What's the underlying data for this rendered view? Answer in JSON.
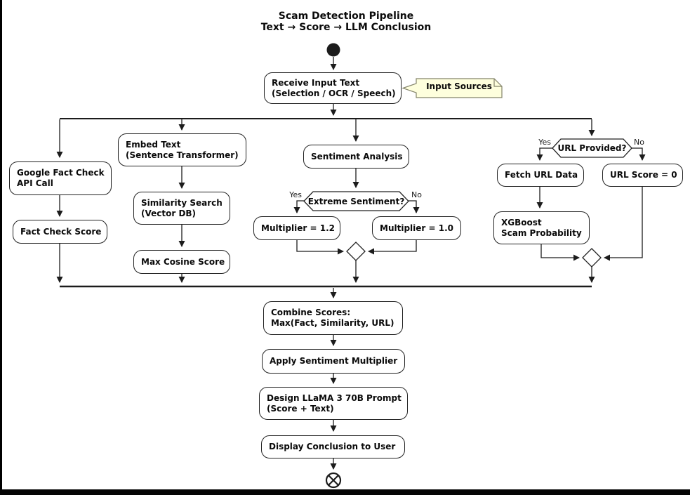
{
  "title": {
    "text": "Scam Detection Pipeline\nText → Score → LLM Conclusion"
  },
  "note": {
    "text": "Input Sources"
  },
  "nodes": {
    "receive": {
      "label": "Receive Input Text\n(Selection / OCR / Speech)"
    },
    "google_fact_check": {
      "label": "Google Fact Check\nAPI Call"
    },
    "fact_check_score": {
      "label": "Fact Check Score"
    },
    "embed_text": {
      "label": "Embed Text\n(Sentence Transformer)"
    },
    "similarity_search": {
      "label": "Similarity Search\n(Vector DB)"
    },
    "max_cosine": {
      "label": "Max Cosine Score"
    },
    "sentiment": {
      "label": "Sentiment Analysis"
    },
    "mult_high": {
      "label": "Multiplier = 1.2"
    },
    "mult_norm": {
      "label": "Multiplier = 1.0"
    },
    "fetch_url": {
      "label": "Fetch URL Data"
    },
    "url_score_zero": {
      "label": "URL Score = 0"
    },
    "xgboost": {
      "label": "XGBoost\nScam Probability"
    },
    "combine": {
      "label": "Combine Scores:\nMax(Fact, Similarity, URL)"
    },
    "apply_mult": {
      "label": "Apply Sentiment Multiplier"
    },
    "design_prompt": {
      "label": "Design LLaMA 3 70B Prompt\n(Score + Text)"
    },
    "display": {
      "label": "Display Conclusion to User"
    }
  },
  "decisions": {
    "extreme_sentiment": {
      "label": "Extreme Sentiment?",
      "yes": "Yes",
      "no": "No"
    },
    "url_provided": {
      "label": "URL Provided?",
      "yes": "Yes",
      "no": "No"
    }
  },
  "colors": {
    "line": "#1c1c1c",
    "node_border": "#222222",
    "node_fill": "#ffffff",
    "note_fill": "#feffdd",
    "note_border": "#83836a",
    "text": "#0a0a0a",
    "frame": "#000000"
  }
}
